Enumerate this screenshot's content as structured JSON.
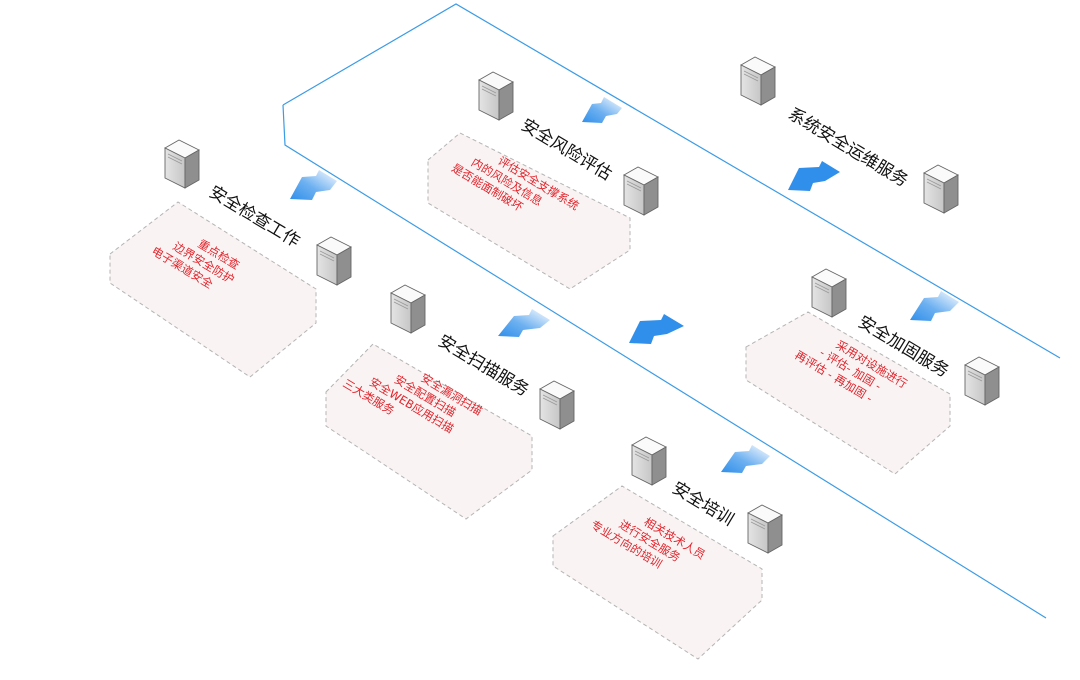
{
  "services": [
    {
      "id": "ops",
      "title": "系统安全运维服务",
      "lines": []
    },
    {
      "id": "risk",
      "title": "安全风险评估",
      "lines": [
        "评估安全支撑系统",
        "内的风险及信息",
        "是否能面制破坏"
      ]
    },
    {
      "id": "check",
      "title": "安全检查工作",
      "lines": [
        "重点检查",
        "边界安全防护",
        "电子渠道安全"
      ]
    },
    {
      "id": "harden",
      "title": "安全加固服务",
      "lines": [
        "采用对设施进行",
        "- 评估- 加固 -",
        "再评估 - 再加固 -"
      ]
    },
    {
      "id": "scan",
      "title": "安全扫描服务",
      "lines": [
        "安全漏洞扫描",
        "安全配置扫描",
        "安全WEB应用扫描",
        "三大类服务"
      ]
    },
    {
      "id": "training",
      "title": "安全培训",
      "lines": [
        "相关技术人员",
        "进行安全服务",
        "专业方向的培训"
      ]
    }
  ],
  "colors": {
    "band": "#3a9be6",
    "arrow": "#2f8fea",
    "note_text": "#e0242b",
    "panel_fill": "#f9f3f3"
  },
  "icons": [
    "server-icon",
    "arrow-icon"
  ]
}
